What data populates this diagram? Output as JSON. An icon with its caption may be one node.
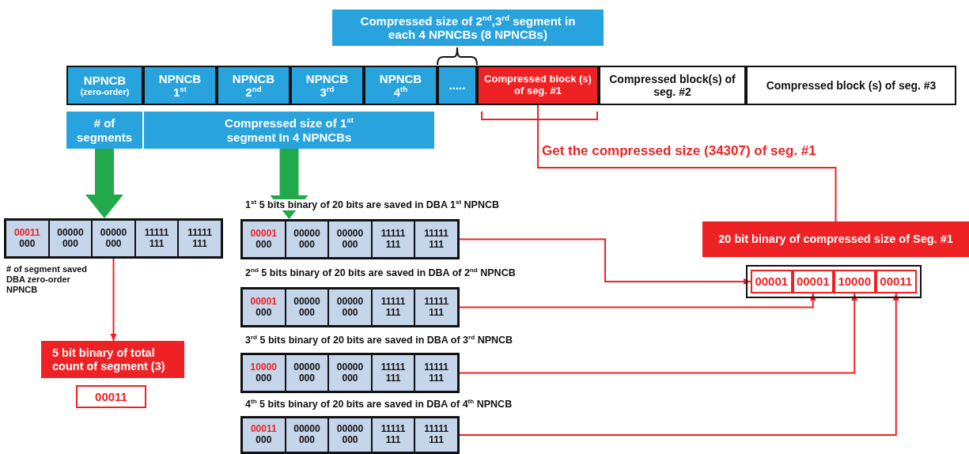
{
  "diagram": {
    "nodes": [
      {
        "text": [
          "Compressed size of 2$^{nd}$,3$^{rd}$ segment in each 4 NPNCBs (8 NPNCBs)"
        ]
      },
      {
        "text": [
          "NPNCB",
          "(zero-order)"
        ]
      },
      {
        "text": [
          "NPNCB",
          "1$^{st}$"
        ]
      },
      {
        "text": [
          "NPNCB",
          "2$^{nd}$"
        ]
      },
      {
        "text": [
          "NPNCB",
          "3$^{rd}$"
        ]
      },
      {
        "text": [
          "NPNCB",
          "4$^{th}$"
        ]
      },
      {
        "text": [
          "....."
        ]
      },
      {
        "text": [
          "Compressed block (s) of seg. #1"
        ]
      },
      {
        "text": [
          "Compressed block(s) of seg. #2"
        ]
      },
      {
        "text": [
          "Compressed block (s) of seg. #3"
        ]
      },
      {
        "text": [
          "# of segments"
        ]
      },
      {
        "text": [
          "Compressed size of 1$^{st}$ segment In 4 NPNCBs"
        ]
      },
      {
        "text": [],
        "shape": "box",
        "beside": [
          "# of segment saved DBA zero-order NPNCB"
        ]
      },
      {
        "text": [
          "00011",
          "000"
        ],
        "in": 12
      },
      {
        "text": [
          "00000",
          "000"
        ],
        "in": 12
      },
      {
        "text": [
          "00000",
          "000"
        ],
        "in": 12
      },
      {
        "text": [
          "11111",
          "111"
        ],
        "in": 12
      },
      {
        "text": [
          "11111",
          "111"
        ],
        "in": 12
      },
      {
        "text": [],
        "shape": "box",
        "beside": [
          "1$^{st}$ 5 bits binary of 20 bits are saved in DBA 1$^{st}$ NPNCB"
        ]
      },
      {
        "text": [
          "00001",
          "000"
        ],
        "in": 18
      },
      {
        "text": [
          "00000",
          "000"
        ],
        "in": 18
      },
      {
        "text": [
          "00000",
          "000"
        ],
        "in": 18
      },
      {
        "text": [
          "11111",
          "111"
        ],
        "in": 18
      },
      {
        "text": [
          "11111",
          "111"
        ],
        "in": 18
      },
      {
        "text": [],
        "shape": "box",
        "beside": [
          "2$^{nd}$ 5 bits binary of 20 bits are saved in DBA of 2$^{nd}$ NPNCB"
        ]
      },
      {
        "text": [
          "00001",
          "000"
        ],
        "in": 24
      },
      {
        "text": [
          "00000",
          "000"
        ],
        "in": 24
      },
      {
        "text": [
          "00000",
          "000"
        ],
        "in": 24
      },
      {
        "text": [
          "11111",
          "111"
        ],
        "in": 24
      },
      {
        "text": [
          "11111",
          "111"
        ],
        "in": 24
      },
      {
        "text": [],
        "shape": "box",
        "beside": [
          "3$^{rd}$ 5 bits binary of 20 bits are saved in DBA of 3$^{rd}$ NPNCB"
        ]
      },
      {
        "text": [
          "10000",
          "000"
        ],
        "in": 30
      },
      {
        "text": [
          "00000",
          "000"
        ],
        "in": 30
      },
      {
        "text": [
          "00000",
          "000"
        ],
        "in": 30
      },
      {
        "text": [
          "11111",
          "111"
        ],
        "in": 30
      },
      {
        "text": [
          "11111",
          "111"
        ],
        "in": 30
      },
      {
        "text": [],
        "shape": "box",
        "beside": [
          "4$^{th}$ 5 bits binary of 20 bits are saved in DBA of 4$^{th}$ NPNCB"
        ]
      },
      {
        "text": [
          "00011",
          "000"
        ],
        "in": 36
      },
      {
        "text": [
          "00000",
          "000"
        ],
        "in": 36
      },
      {
        "text": [
          "00000",
          "000"
        ],
        "in": 36
      },
      {
        "text": [
          "11111",
          "111"
        ],
        "in": 36
      },
      {
        "text": [
          "11111",
          "111"
        ],
        "in": 36
      },
      {
        "text": [
          "20 bit binary of compressed size of Seg. #1"
        ]
      },
      {
        "text": [],
        "shape": "box"
      },
      {
        "text": [
          "00001"
        ],
        "in": 43
      },
      {
        "text": [
          "00001"
        ],
        "in": 43
      },
      {
        "text": [
          "10000"
        ],
        "in": 43
      },
      {
        "text": [
          "00011"
        ],
        "in": 43
      },
      {
        "text": [
          "5 bit binary of total count of segment (3)"
        ]
      },
      {
        "text": [
          "00011"
        ]
      }
    ],
    "edges": [
      {
        "from": 10,
        "to": 12,
        "arrow": "to",
        "style": "thick",
        "color": "#22a94b"
      },
      {
        "from": 11,
        "to": 18,
        "arrow": "to",
        "style": "thick",
        "color": "#22a94b"
      },
      {
        "from": 7,
        "to": 42,
        "arrow": "none",
        "label": "Get the compressed size (34307) of seg. #1"
      },
      {
        "from": 18,
        "to": 44,
        "arrow": "to"
      },
      {
        "from": 24,
        "to": 45,
        "arrow": "to"
      },
      {
        "from": 30,
        "to": 46,
        "arrow": "to"
      },
      {
        "from": 36,
        "to": 47,
        "arrow": "to"
      },
      {
        "from": 15,
        "to": 48,
        "arrow": "to"
      }
    ]
  }
}
